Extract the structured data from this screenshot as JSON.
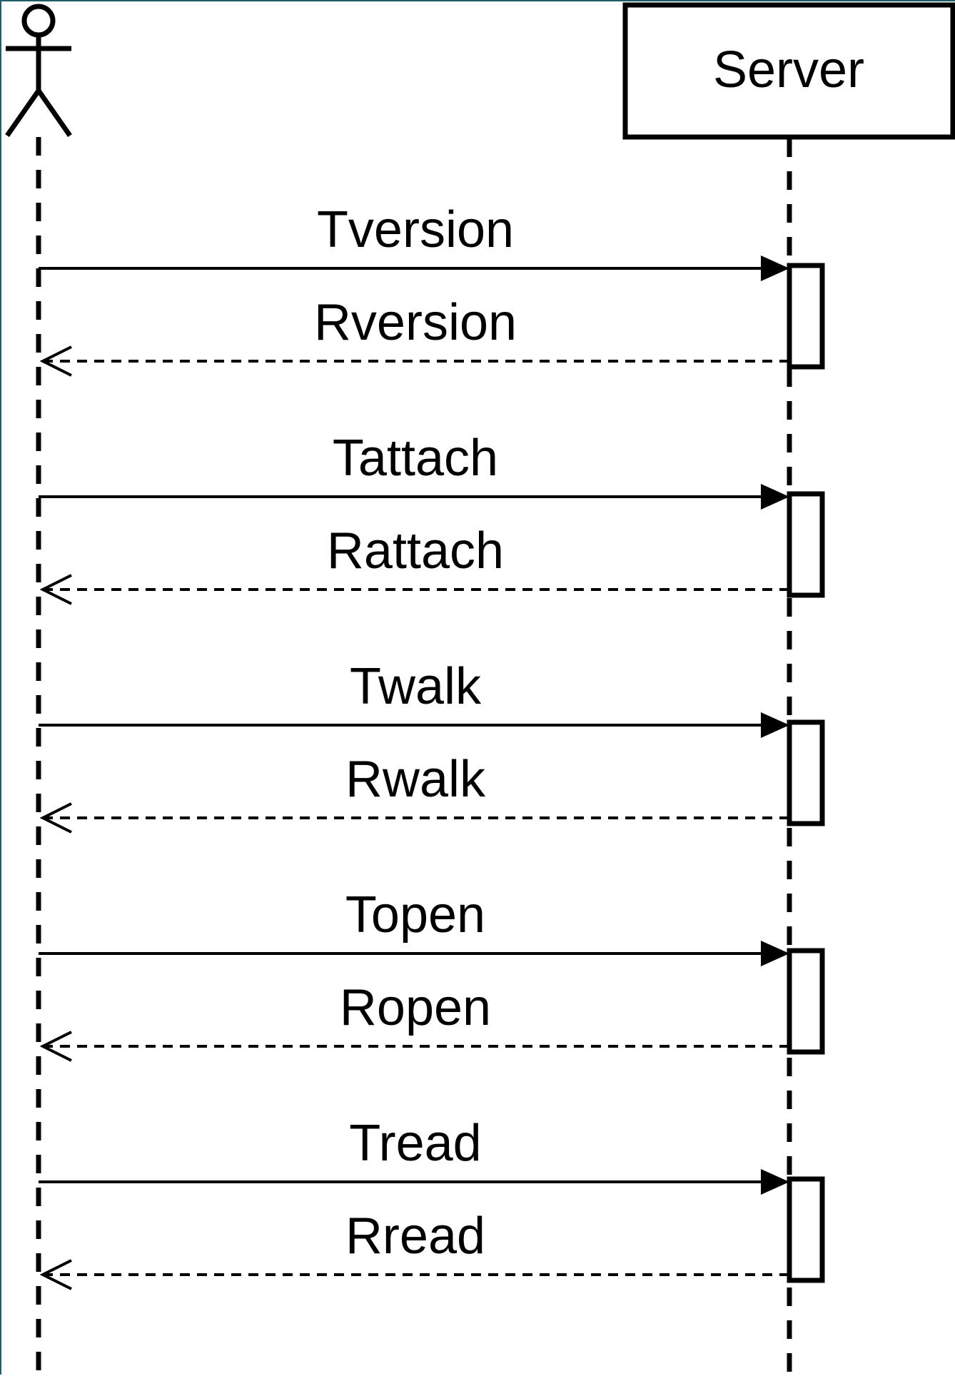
{
  "participants": {
    "client": {
      "label": ""
    },
    "server": {
      "label": "Server"
    }
  },
  "messages": [
    {
      "call": "Tversion",
      "reply": "Rversion"
    },
    {
      "call": "Tattach",
      "reply": "Rattach"
    },
    {
      "call": "Twalk",
      "reply": "Rwalk"
    },
    {
      "call": "Topen",
      "reply": "Ropen"
    },
    {
      "call": "Tread",
      "reply": "Rread"
    }
  ]
}
